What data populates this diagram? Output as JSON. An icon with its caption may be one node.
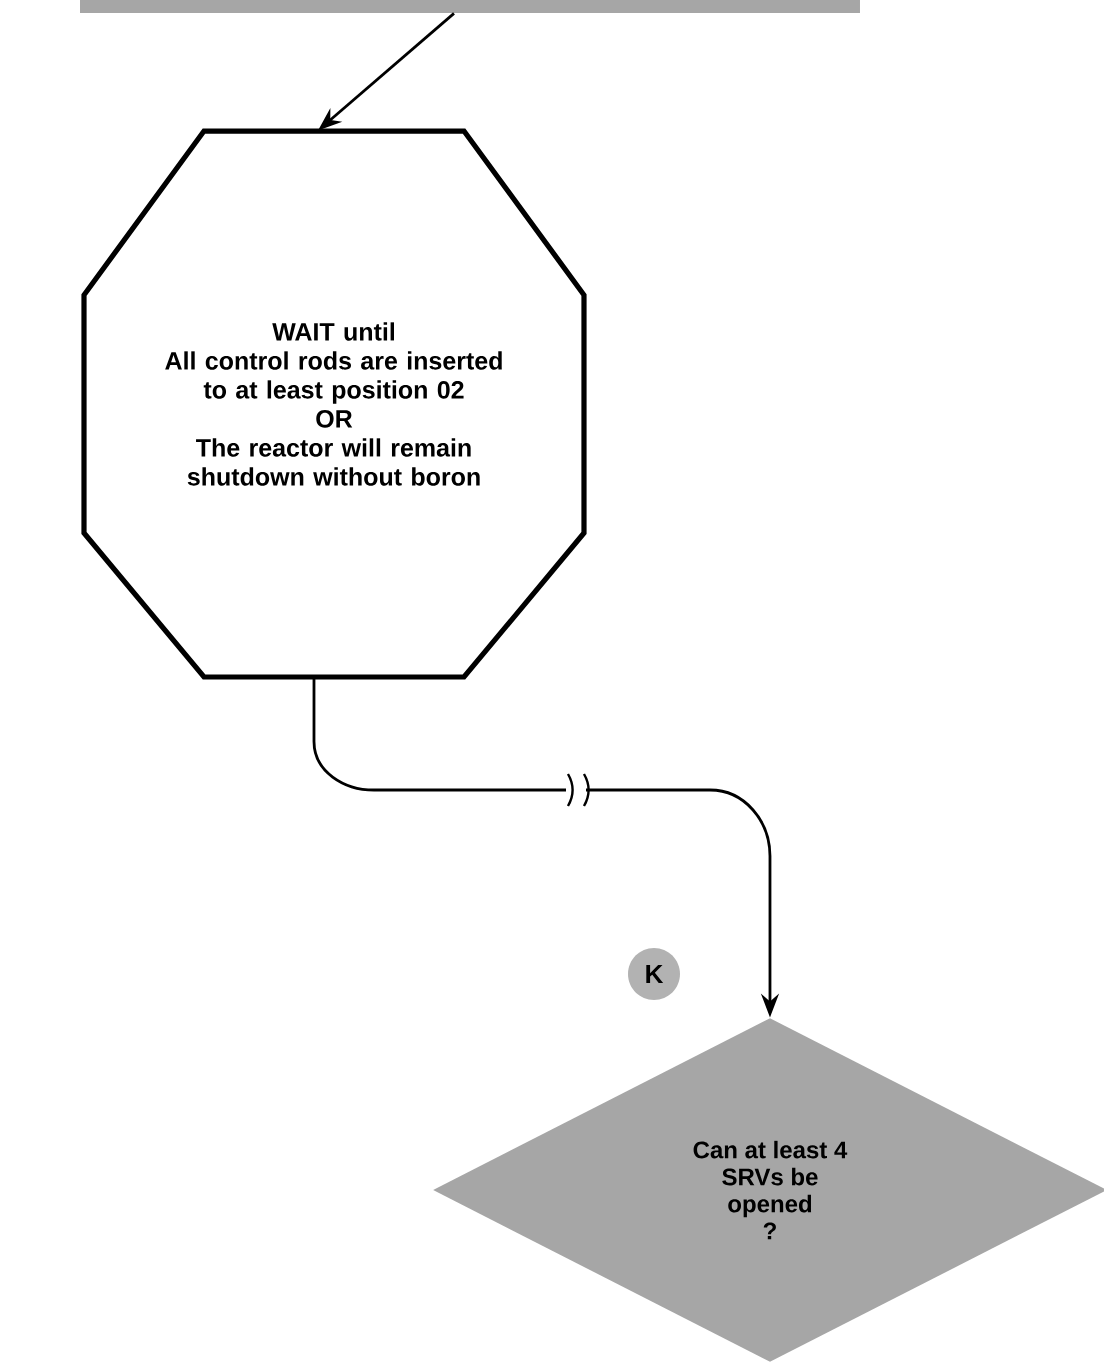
{
  "diagram": {
    "nodes": [
      {
        "text": [],
        "shape": "bar"
      },
      {
        "text": [
          "WAIT until",
          "All control rods are inserted to at least position 02",
          "OR",
          "The reactor will remain shutdown without boron"
        ]
      },
      {
        "text": [
          "K"
        ]
      },
      {
        "text": [
          "Can at least 4 SRVs be opened",
          "?"
        ]
      }
    ],
    "edges": [
      {
        "from": 0,
        "to": 1,
        "arrow": "to"
      },
      {
        "from": 1,
        "to": 3,
        "arrow": "to"
      }
    ]
  }
}
